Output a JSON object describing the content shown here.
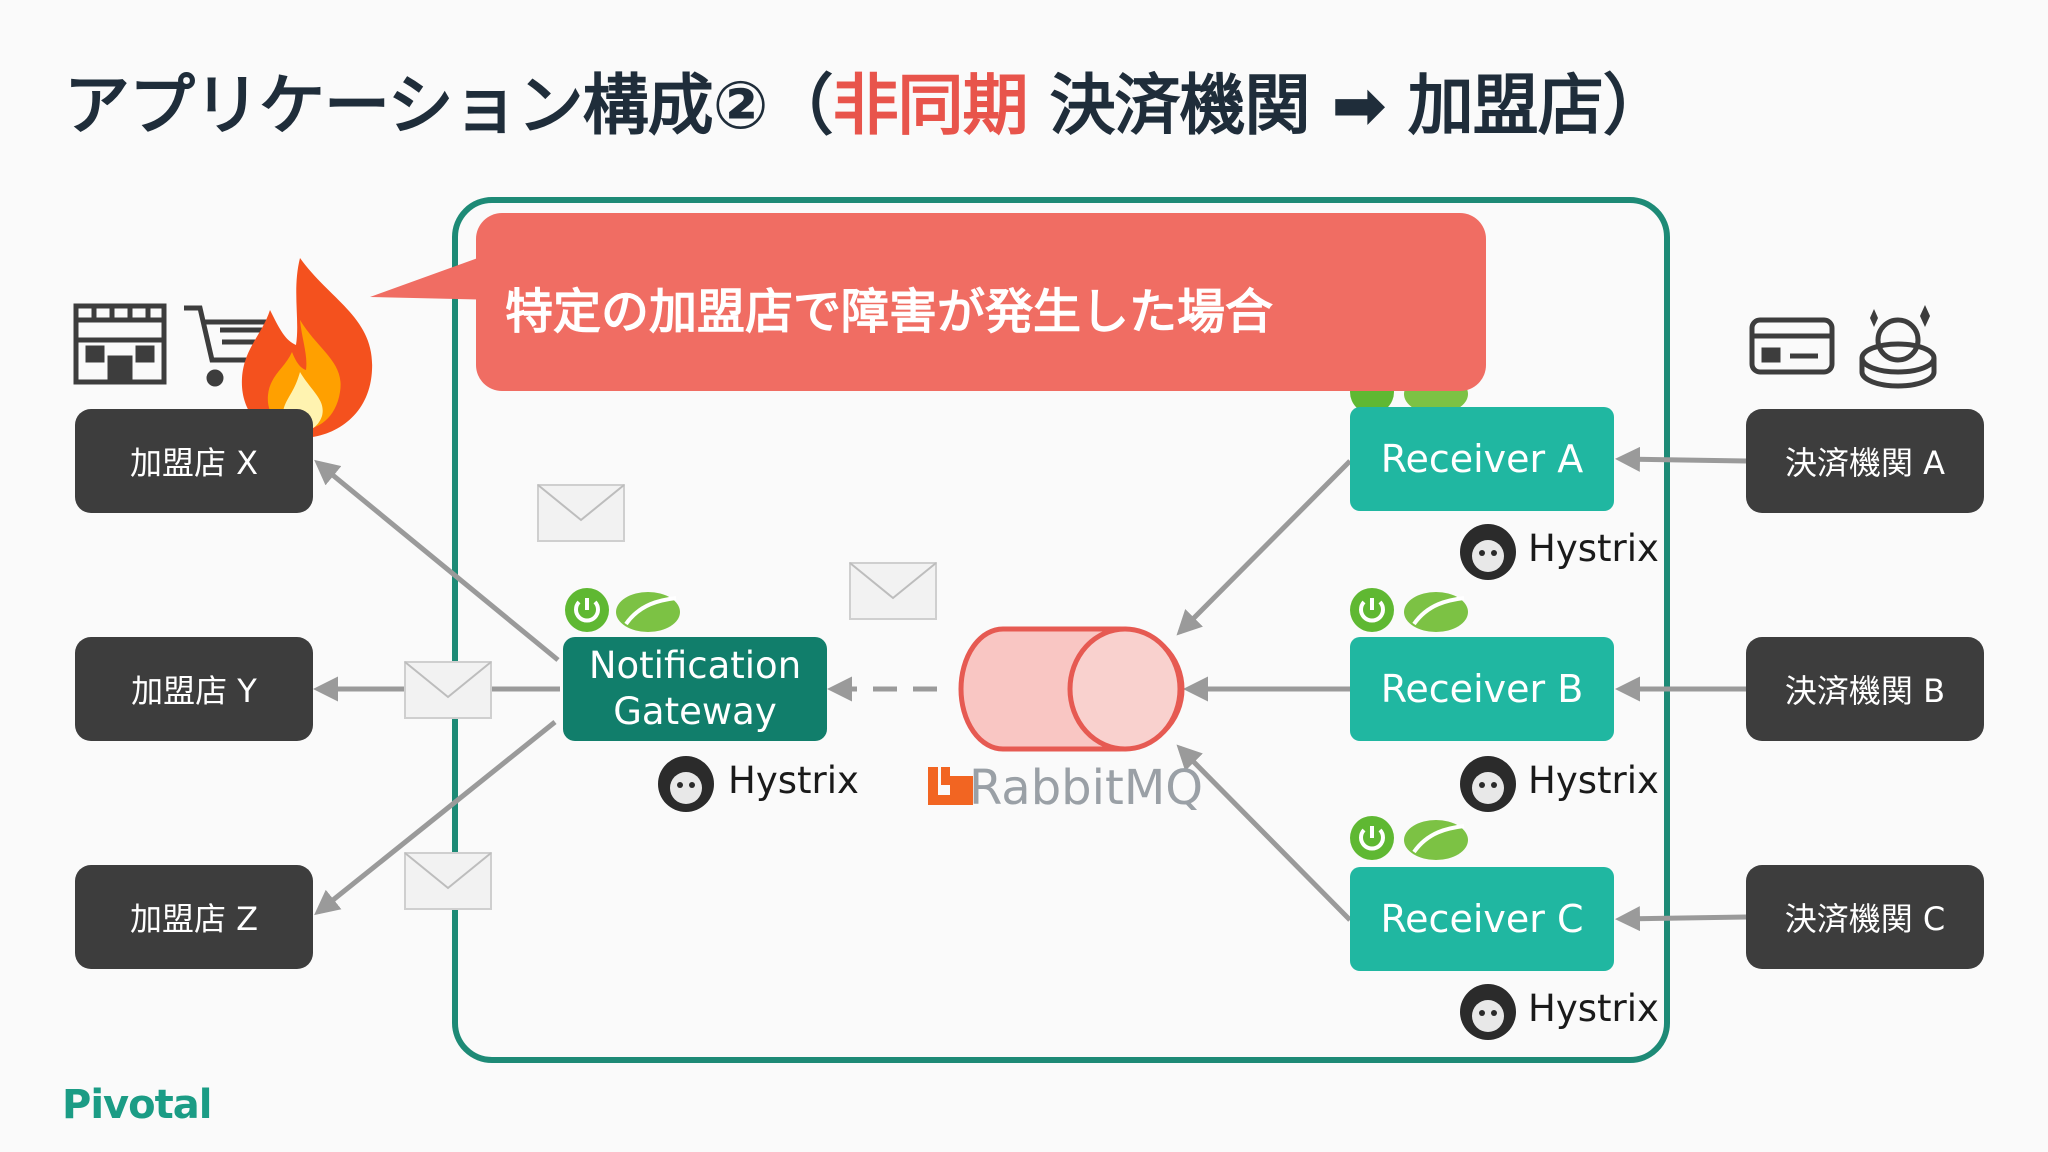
{
  "title": {
    "prefix": "アプリケーション構成②（",
    "highlight": "非同期",
    "suffix": " 決済機関 ➡ 加盟店）"
  },
  "callout": {
    "text": "特定の加盟店で障害が発生した場合"
  },
  "merchants": [
    {
      "label": "加盟店 X"
    },
    {
      "label": "加盟店 Y"
    },
    {
      "label": "加盟店 Z"
    }
  ],
  "gateway": {
    "line1": "Notification",
    "line2": "Gateway",
    "hystrix": "Hystrix"
  },
  "rabbitmq": {
    "prefix": "Rabbit",
    "suffix": "MQ"
  },
  "receivers": [
    {
      "label": "Receiver A",
      "hystrix": "Hystrix"
    },
    {
      "label": "Receiver B",
      "hystrix": "Hystrix"
    },
    {
      "label": "Receiver C",
      "hystrix": "Hystrix"
    }
  ],
  "institutions": [
    {
      "label": "決済機関 A"
    },
    {
      "label": "決済機関 B"
    },
    {
      "label": "決済機関 C"
    }
  ],
  "brand": {
    "logo": "Pivotal"
  },
  "colors": {
    "teal_receiver": "#20b7a1",
    "gateway_green": "#117e6b",
    "dark_box": "#3d3d3d",
    "callout": "#f06d63",
    "highlight_red": "#e8544b",
    "container_border": "#1d8a76"
  },
  "icons": [
    "store-icon",
    "cart-icon",
    "fire-icon",
    "card-icon",
    "coins-icon",
    "envelope-icon",
    "spring-power-icon",
    "spring-leaf-icon",
    "hystrix-icon",
    "rabbitmq-logo"
  ]
}
